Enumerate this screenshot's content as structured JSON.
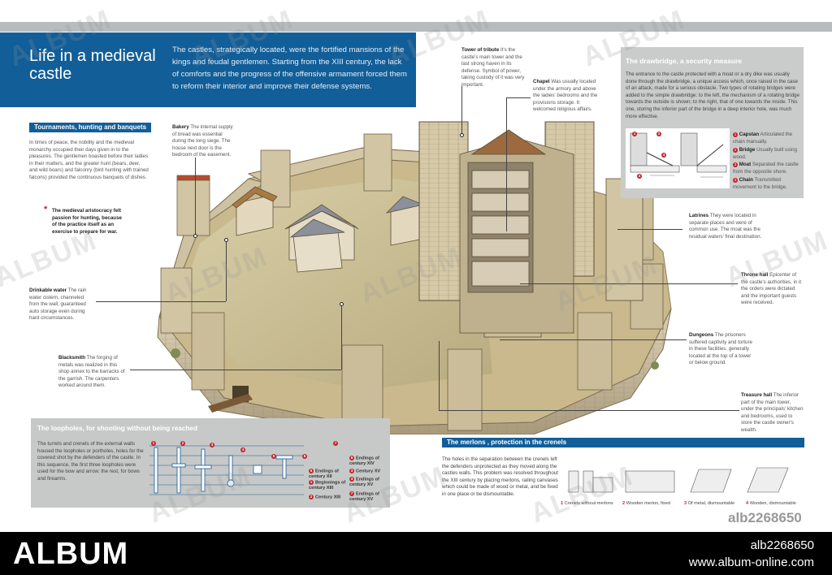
{
  "header": {
    "title": "Life in a medieval castle",
    "intro": "The castles, strategically located, were the fortified mansions of the kings and feudal gentlemen. Starting from the XIII century, the lack of comforts and the progress of the offensive armament forced them to reform their interior and improve their defense systems."
  },
  "tournaments": {
    "heading": "Tournaments, hunting and banquets",
    "text": "In times of peace, the nobility and the medieval monarchy occupied their days given in to the pleasures. The gentlemen boasted before their ladies in their matters, and the greater hunt (bears, deer, and wild boars) and falconry (bird hunting with trained falcons) provided the continuous banquets of dishes.",
    "note": "The medieval aristocracy felt passion for hunting, because of the practice itself as an exercise to prepare for war."
  },
  "callouts": {
    "bakery_title": "Bakery",
    "bakery_text": "The internal supply of bread was essential during the long siege. The house next door is the bedroom of the easement.",
    "water_title": "Drinkable water",
    "water_text": "The rain water cistern, channeled from the wall, guaranteed auto storage even during hard circumstances.",
    "blacksmith_title": "Blacksmith",
    "blacksmith_text": "The forging of metals was realized in this shop annex to the barracks of the garrish. The carpenters worked around them.",
    "tower_title": "Tower of tribute",
    "tower_text": "It's the castle's main tower and the last strong haven in its defense. Symbol of power, taking custody of it was very important.",
    "chapel_title": "Chapel",
    "chapel_text": "Was usually located under the armory and above the ladies' bedrooms and the provisions storage. It welcomed religious affairs.",
    "latrines_title": "Latrines",
    "latrines_text": "They were located in separate places and were of common use. The moat was the residual waters' final destination.",
    "throne_title": "Throne hall",
    "throne_text": "Epicenter of the castle's authorities, in it the orders were dictated and the important guests were received.",
    "dungeons_title": "Dungeons",
    "dungeons_text": "The prisoners suffered captivity and torture in these facilities, generally located at the top of a tower or below ground.",
    "treasure_title": "Treasure hall",
    "treasure_text": "The inferior part of the main tower, under the principals' kitchen and bedrooms, used to store the castle owner's wealth."
  },
  "drawbridge": {
    "heading": "The drawbridge, a security measure",
    "text": "The entrance to the castle protected with a moat or a dry dike was usually done through the drawbridge, a unique access which, once raised in the case of an attack, made for a serious obstacle. Two types of rotating bridges were added to the simple drawbridge: to the left, the mechanism of a rotating bridge towards the outside is shown; to the right, that of one towards the inside. This one, storing the inferior part of the bridge in a deep interior hole, was much more effective.",
    "legend": [
      {
        "num": "1",
        "title": "Capstan",
        "text": "Articulated the chain manually."
      },
      {
        "num": "2",
        "title": "Bridge",
        "text": "Usually built using wood."
      },
      {
        "num": "3",
        "title": "Moat",
        "text": "Separated the castle from the opposite shore."
      },
      {
        "num": "4",
        "title": "Chain",
        "text": "Transmitted movement to the bridge."
      }
    ]
  },
  "loopholes": {
    "heading": "The loopholes, for shooting without being reached",
    "text": "The turrets and crenels of the external walls housed the loopholes or portholes, holes for the covered shot by the defenders of the castle. In this sequence, the first three loopholes were used for the bow and arrow; the rest, for bows and firearms.",
    "numbers": [
      "1",
      "2",
      "3",
      "4",
      "5",
      "6",
      "7"
    ],
    "legend_left": [
      {
        "num": "5",
        "text": "Endings of century XII"
      },
      {
        "num": "1",
        "text": "Beginnings of century XIII"
      },
      {
        "num": "2",
        "text": "Century XIII"
      }
    ],
    "legend_right": [
      {
        "num": "6",
        "text": "Endings of century XIV"
      },
      {
        "num": "3",
        "text": "Century XV"
      },
      {
        "num": "4",
        "text": "Endings of century XV"
      },
      {
        "num": "7",
        "text": "Endings of century XV"
      }
    ]
  },
  "merlons": {
    "heading": "The merlons , protection in the crenels",
    "text": "The holes in the separation between the crenels left the defenders unprotected as they moved along the castles walls. This problem was resolved throughout the XIII century by placing merlons, railing canvases which could be made of wood or metal, and be fixed in one place or be dismountable.",
    "captions": [
      {
        "num": "1",
        "text": "Crenels without merlons"
      },
      {
        "num": "2",
        "text": "Wooden merlon, fixed"
      },
      {
        "num": "3",
        "text": "Of metal, dismountable"
      },
      {
        "num": "4",
        "text": "Wooden, dismountable"
      }
    ]
  },
  "watermark": "ALBUM",
  "image_id": "alb2268650",
  "footer": {
    "brand": "ALBUM",
    "id": "alb2268650",
    "url": "www.album-online.com"
  },
  "colors": {
    "primary_blue": "#115e99",
    "gray_panel": "#c6c9c8",
    "accent_red": "#c0262c",
    "stone": "#c8b897"
  }
}
